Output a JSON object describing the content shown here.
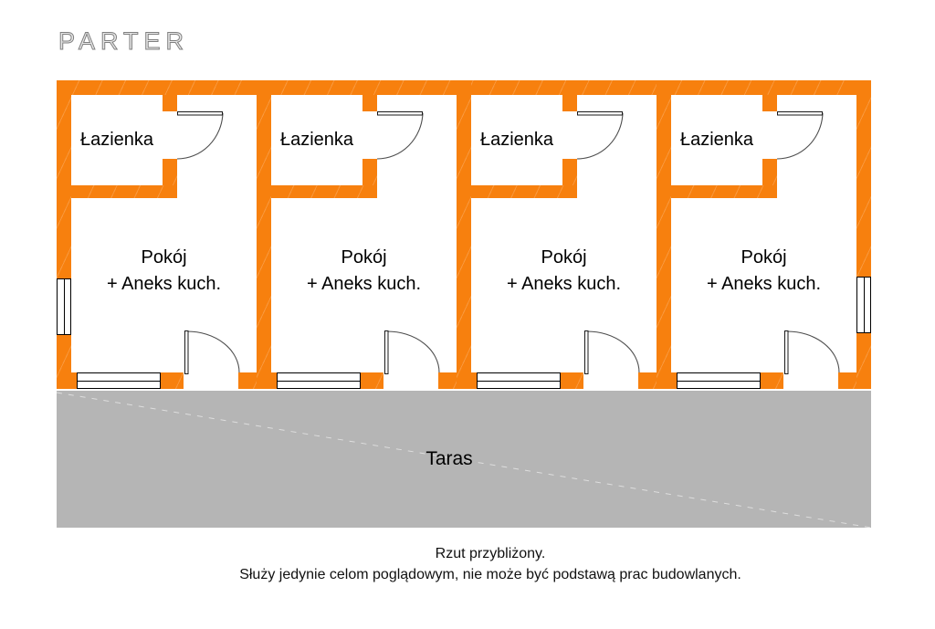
{
  "title": "PARTER",
  "plan": {
    "units": [
      {
        "bathroom_label": "Łazienka",
        "room_line1": "Pokój",
        "room_line2": "+ Aneks kuch."
      },
      {
        "bathroom_label": "Łazienka",
        "room_line1": "Pokój",
        "room_line2": "+ Aneks kuch."
      },
      {
        "bathroom_label": "Łazienka",
        "room_line1": "Pokój",
        "room_line2": "+ Aneks kuch."
      },
      {
        "bathroom_label": "Łazienka",
        "room_line1": "Pokój",
        "room_line2": "+ Aneks kuch."
      }
    ],
    "terrace_label": "Taras"
  },
  "footer": {
    "line1": "Rzut przybliżony.",
    "line2": "Służy jedynie celom poglądowym, nie może być podstawą prac budowlanych."
  },
  "colors": {
    "wall": "#F7800E",
    "terrace": "#B5B5B5",
    "title_gray": "#7F7F7F"
  }
}
